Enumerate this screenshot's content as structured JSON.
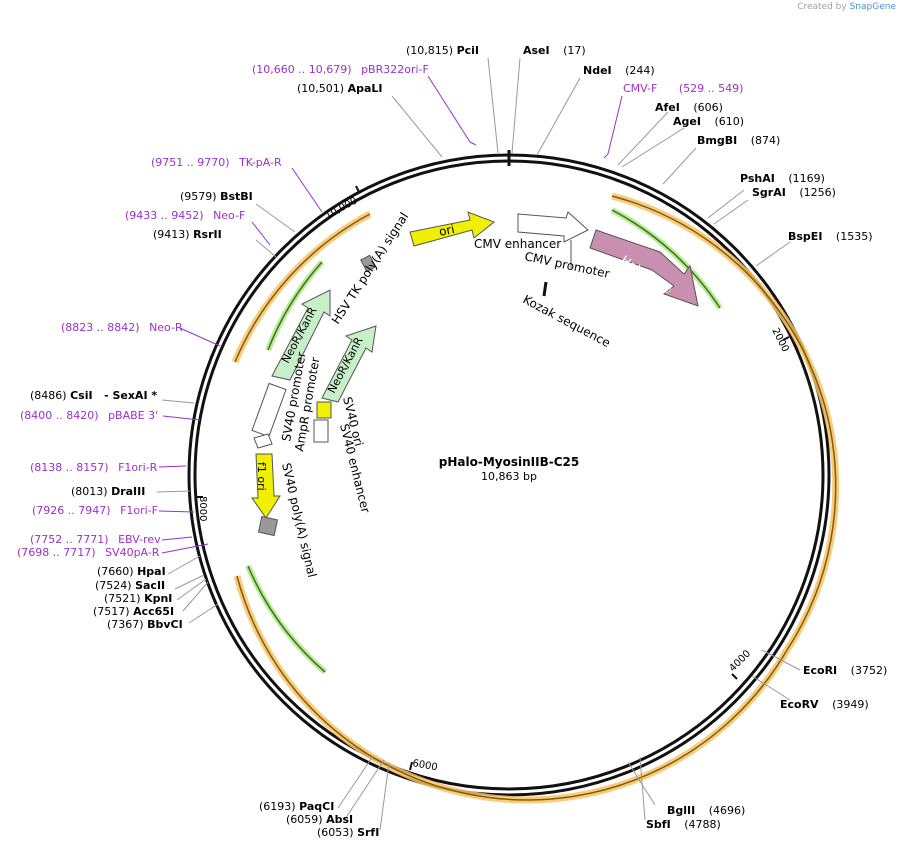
{
  "watermark": {
    "created_by": "Created by",
    "brand": "SnapGene"
  },
  "map": {
    "name": "pHalo-MyosinIIB-C25",
    "length": "10,863 bp"
  },
  "ticks": {
    "t2000": "2000",
    "t4000": "4000",
    "t6000": "6000",
    "t8000": "8000",
    "t10000": "10,000"
  },
  "enzymes": [
    {
      "id": "PciI",
      "name": "PciI",
      "pos": "(10,815)"
    },
    {
      "id": "AseI",
      "name": "AseI",
      "pos": "(17)"
    },
    {
      "id": "NdeI",
      "name": "NdeI",
      "pos": "(244)"
    },
    {
      "id": "ApaLI",
      "name": "ApaLI",
      "pos": "(10,501)"
    },
    {
      "id": "AfeI",
      "name": "AfeI",
      "pos": "(606)"
    },
    {
      "id": "AgeI",
      "name": "AgeI",
      "pos": "(610)"
    },
    {
      "id": "BmgBI",
      "name": "BmgBI",
      "pos": "(874)"
    },
    {
      "id": "PshAI",
      "name": "PshAI",
      "pos": "(1169)"
    },
    {
      "id": "SgrAI",
      "name": "SgrAI",
      "pos": "(1256)"
    },
    {
      "id": "BspEI",
      "name": "BspEI",
      "pos": "(1535)"
    },
    {
      "id": "BstBI",
      "name": "BstBI",
      "pos": "(9579)"
    },
    {
      "id": "RsrII",
      "name": "RsrII",
      "pos": "(9413)"
    },
    {
      "id": "CsiI",
      "name": "CsiI",
      "pos": "(8486)",
      "extra": "- SexAI *"
    },
    {
      "id": "DraIII",
      "name": "DraIII",
      "pos": "(8013)"
    },
    {
      "id": "HpaI",
      "name": "HpaI",
      "pos": "(7660)"
    },
    {
      "id": "SacII",
      "name": "SacII",
      "pos": "(7524)"
    },
    {
      "id": "KpnI",
      "name": "KpnI",
      "pos": "(7521)"
    },
    {
      "id": "Acc65I",
      "name": "Acc65I",
      "pos": "(7517)"
    },
    {
      "id": "BbvCI",
      "name": "BbvCI",
      "pos": "(7367)"
    },
    {
      "id": "EcoRI",
      "name": "EcoRI",
      "pos": "(3752)"
    },
    {
      "id": "EcoRV",
      "name": "EcoRV",
      "pos": "(3949)"
    },
    {
      "id": "BglII",
      "name": "BglII",
      "pos": "(4696)"
    },
    {
      "id": "SbfI",
      "name": "SbfI",
      "pos": "(4788)"
    },
    {
      "id": "PaqCI",
      "name": "PaqCI",
      "pos": "(6193)"
    },
    {
      "id": "AbsI",
      "name": "AbsI",
      "pos": "(6059)"
    },
    {
      "id": "SrfI",
      "name": "SrfI",
      "pos": "(6053)"
    }
  ],
  "primers": [
    {
      "id": "pBR322ori",
      "range": "(10,660 .. 10,679)",
      "name": "pBR322ori-F"
    },
    {
      "id": "CMVF",
      "name": "CMV-F",
      "range": "(529 .. 549)"
    },
    {
      "id": "TKpA",
      "range": "(9751 .. 9770)",
      "name": "TK-pA-R"
    },
    {
      "id": "NeoF",
      "range": "(9433 .. 9452)",
      "name": "Neo-F"
    },
    {
      "id": "NeoR",
      "range": "(8823 .. 8842)",
      "name": "Neo-R"
    },
    {
      "id": "pBABE",
      "range": "(8400 .. 8420)",
      "name": "pBABE 3'"
    },
    {
      "id": "F1oriR",
      "range": "(8138 .. 8157)",
      "name": "F1ori-R"
    },
    {
      "id": "F1oriF",
      "range": "(7926 .. 7947)",
      "name": "F1ori-F"
    },
    {
      "id": "EBVrev",
      "range": "(7752 .. 7771)",
      "name": "EBV-rev"
    },
    {
      "id": "SV40pA",
      "range": "(7698 .. 7717)",
      "name": "SV40pA-R"
    }
  ],
  "features": {
    "ori": "ori",
    "cmv_enhancer": "CMV enhancer",
    "cmv_promoter": "CMV promoter",
    "halotag": "HaloTag®",
    "kozak": "Kozak sequence",
    "hsv_tk": "HSV TK poly(A) signal",
    "neo_outer": "NeoR/KanR",
    "neo_inner": "NeoR/KanR",
    "sv40_promoter": "SV40 promoter",
    "ampr_promoter": "AmpR promoter",
    "sv40_ori": "SV40 ori",
    "sv40_enhancer": "SV40 enhancer",
    "f1_ori": "f1 ori",
    "sv40_polya": "SV40 poly(A) signal"
  },
  "colors": {
    "backbone": "#111111",
    "orange": "#f5a623",
    "green": "#4caf2a",
    "ori": "#f0f000",
    "halotag": "#c98fb0",
    "neo": "#c8f0c8",
    "primer": "#9b30c8",
    "grey": "#999999"
  }
}
